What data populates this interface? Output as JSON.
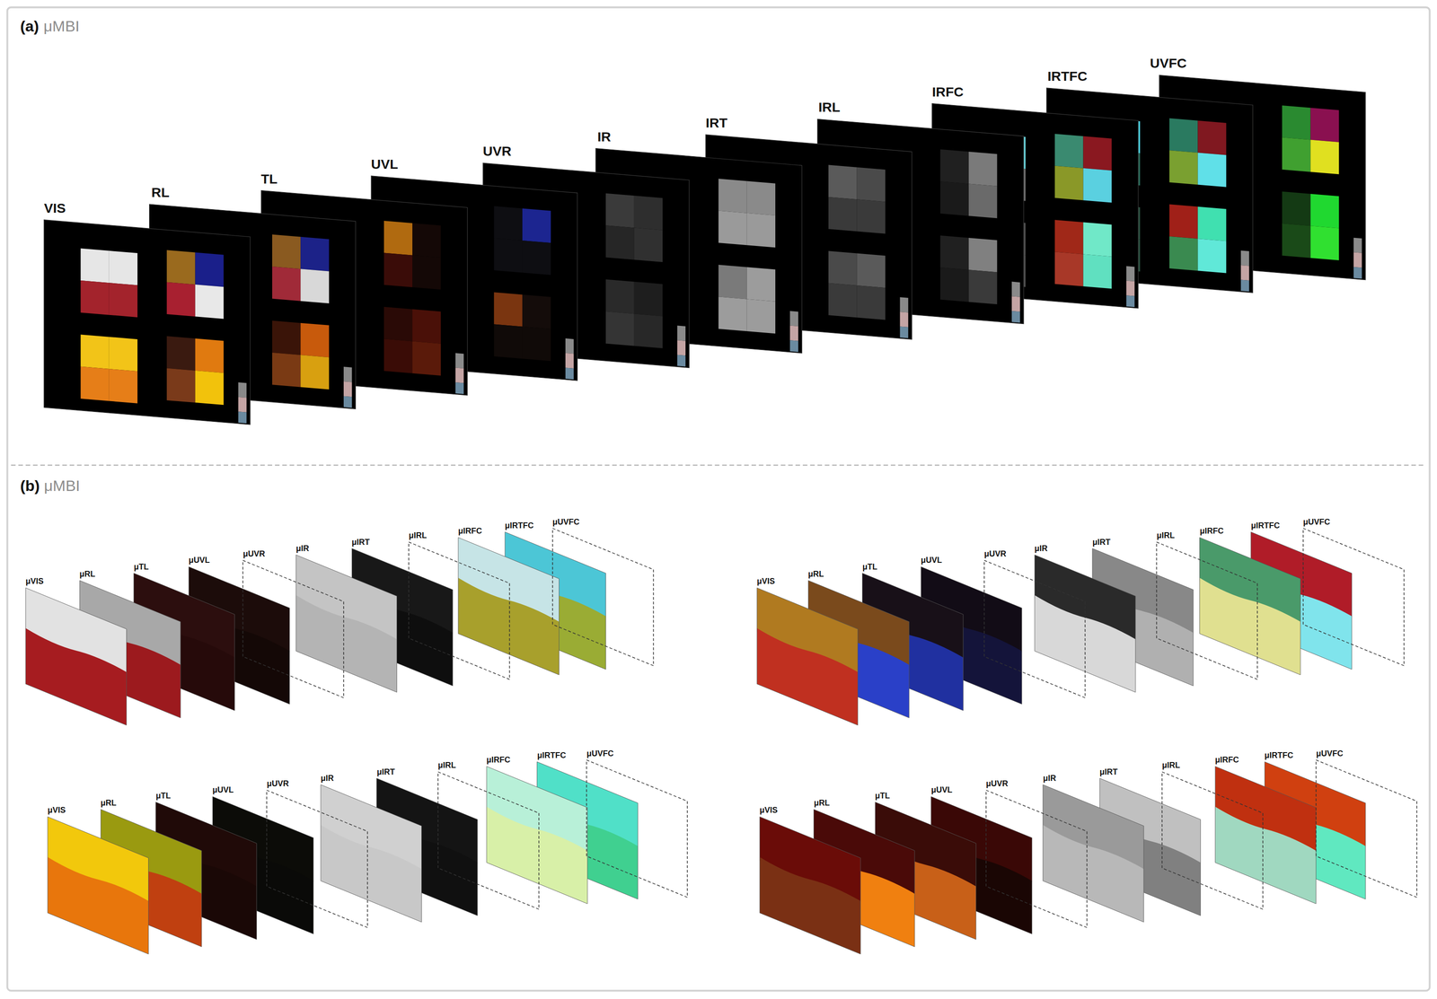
{
  "diagram": {
    "labels": [
      "(a)",
      "μMBI",
      "VIS",
      "RL",
      "TL",
      "UVL",
      "UVR",
      "IR",
      "IRT",
      "IRL",
      "IRFC",
      "IRTFC",
      "UVFC",
      "(b)",
      "μMBI",
      "μVIS",
      "μRL",
      "μTL",
      "μUVL",
      "μUVR",
      "μIR",
      "μIRT",
      "μIRL",
      "μIRFC",
      "μIRTFC",
      "μUVFC",
      "μVIS",
      "μRL",
      "μTL",
      "μUVL",
      "μUVR",
      "μIR",
      "μIRT",
      "μIRL",
      "μIRFC",
      "μIRTFC",
      "μUVFC",
      "μVIS",
      "μRL",
      "μTL",
      "μUVL",
      "μUVR",
      "μIR",
      "μIRT",
      "μIRL",
      "μIRFC",
      "μIRTFC",
      "μUVFC",
      "μVIS",
      "μRL",
      "μTL",
      "μUVL",
      "μUVR",
      "μIR",
      "μIRT",
      "μIRL",
      "μIRFC",
      "μIRTFC",
      "μUVFC"
    ]
  }
}
